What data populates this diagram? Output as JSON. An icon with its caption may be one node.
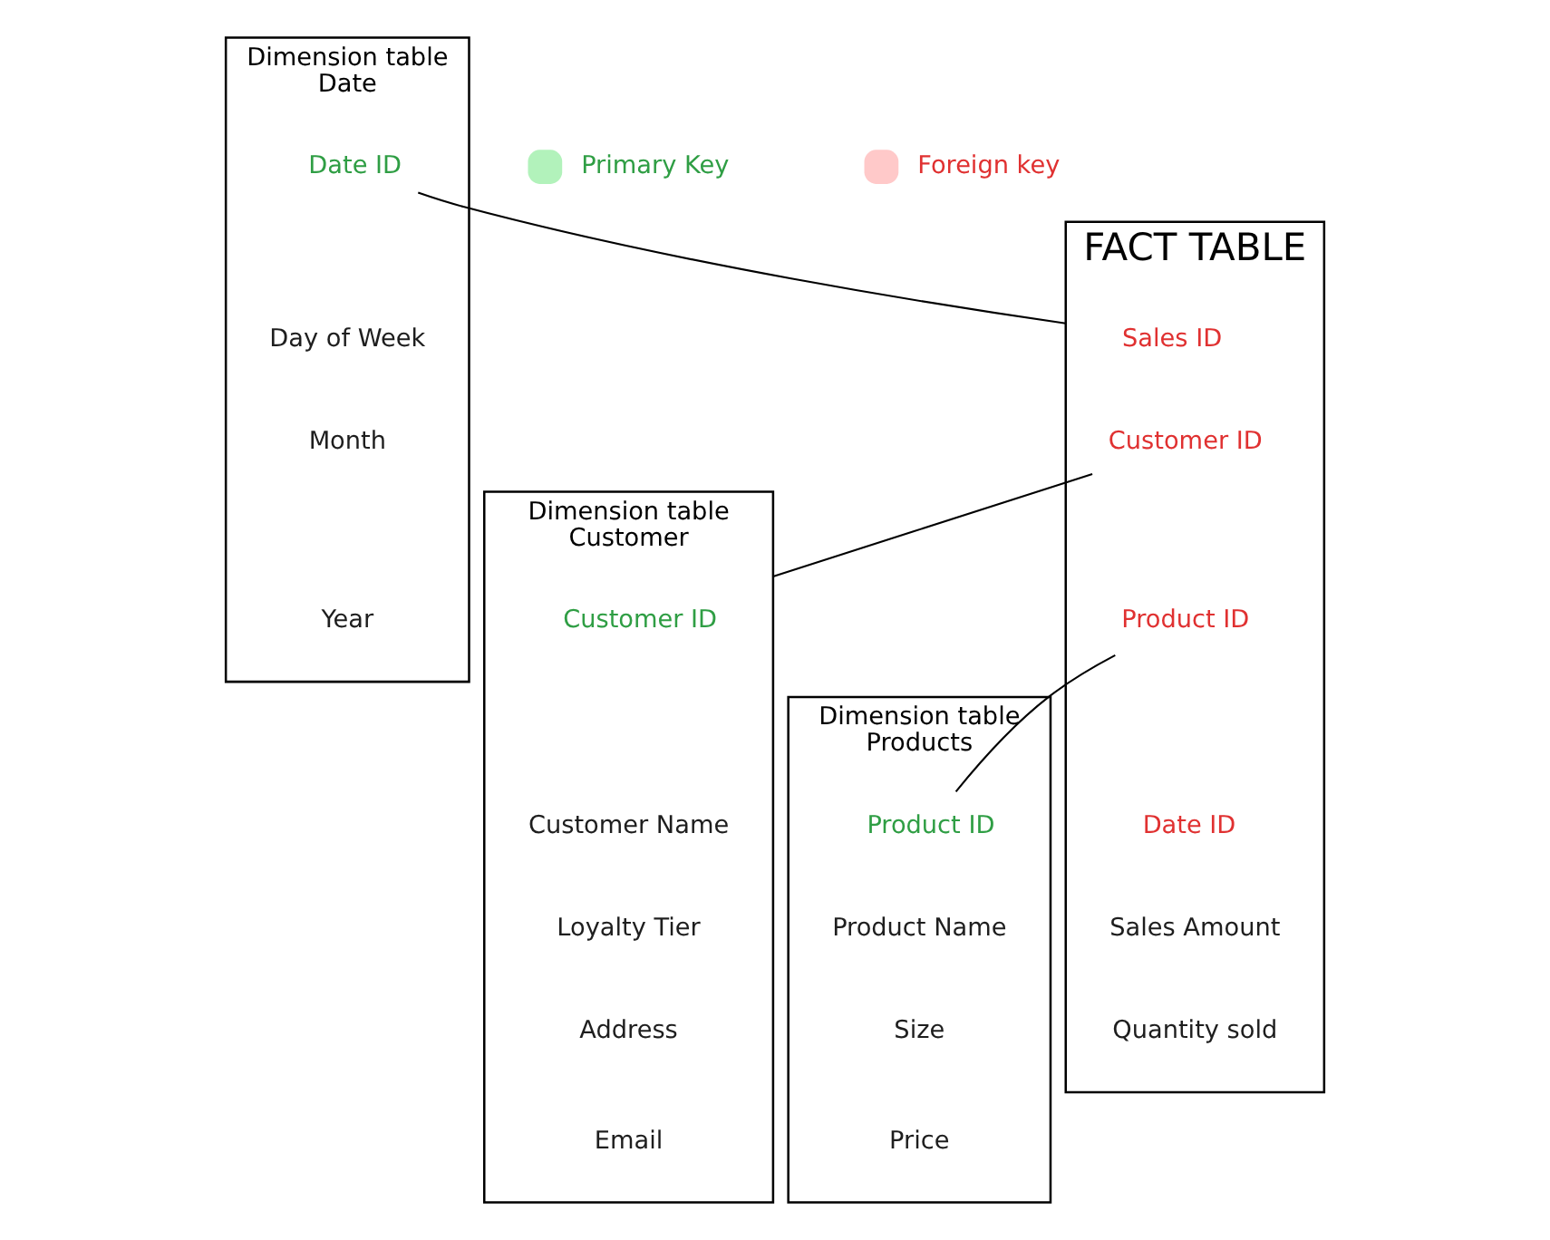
{
  "diagram": {
    "nodes": [
      {
        "text": [
          "Dimension table",
          "Date"
        ]
      },
      {
        "text": [
          "Date ID"
        ],
        "in": 0
      },
      {
        "text": [
          "Day of Week"
        ],
        "in": 0
      },
      {
        "text": [
          "Month"
        ],
        "in": 0
      },
      {
        "text": [
          "Year"
        ],
        "in": 0
      },
      {
        "text": [
          "FACT TABLE"
        ]
      },
      {
        "text": [
          "Sales ID"
        ],
        "in": 5
      },
      {
        "text": [
          "Customer ID"
        ],
        "in": 5
      },
      {
        "text": [
          "Product ID"
        ],
        "in": 5
      },
      {
        "text": [
          "Date ID"
        ],
        "in": 5
      },
      {
        "text": [
          "Sales Amount"
        ],
        "in": 5
      },
      {
        "text": [
          "Quantity sold"
        ],
        "in": 5
      },
      {
        "text": [
          "Dimension table",
          "Customer"
        ]
      },
      {
        "text": [
          "Customer ID"
        ],
        "in": 12
      },
      {
        "text": [
          "Customer Name"
        ],
        "in": 12
      },
      {
        "text": [
          "Loyalty Tier"
        ],
        "in": 12
      },
      {
        "text": [
          "Address"
        ],
        "in": 12
      },
      {
        "text": [
          "Email"
        ],
        "in": 12
      },
      {
        "text": [
          "Dimension table",
          "Products"
        ]
      },
      {
        "text": [
          "Product ID"
        ],
        "in": 18
      },
      {
        "text": [
          "Product Name"
        ],
        "in": 18
      },
      {
        "text": [
          "Size"
        ],
        "in": 18
      },
      {
        "text": [
          "Price"
        ],
        "in": 18
      }
    ],
    "edges": [
      {
        "from": 1,
        "to": 5,
        "arrow": "none"
      },
      {
        "from": 7,
        "to": 12,
        "arrow": "none"
      },
      {
        "from": 8,
        "to": 19,
        "arrow": "none"
      }
    ],
    "legend": [
      {
        "text": "Primary Key",
        "color": "#b2f2bb"
      },
      {
        "text": "Foreign key",
        "color": "#ffc9c9"
      }
    ]
  }
}
